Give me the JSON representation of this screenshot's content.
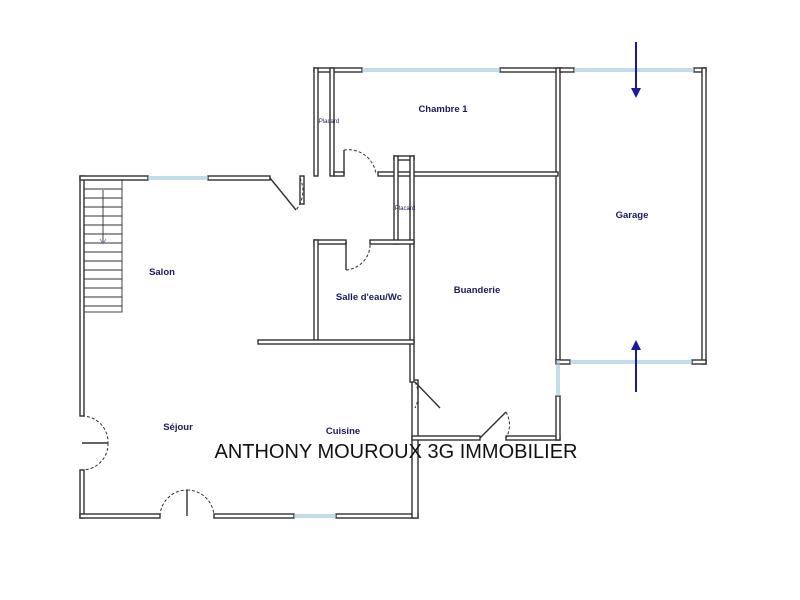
{
  "rooms": {
    "chambre": "Chambre 1",
    "placard_1": "Placard",
    "placard_2": "Placard",
    "garage": "Garage",
    "salon": "Salon",
    "salle_eau": "Salle d'eau/Wc",
    "buanderie": "Buanderie",
    "sejour": "Séjour",
    "cuisine": "Cuisine"
  },
  "watermark": "ANTHONY MOUROUX 3G IMMOBILIER",
  "colors": {
    "wall": "#303030",
    "label": "#1a1a5c",
    "window": "#9ec6dd",
    "arrow": "#1a1aa0"
  }
}
